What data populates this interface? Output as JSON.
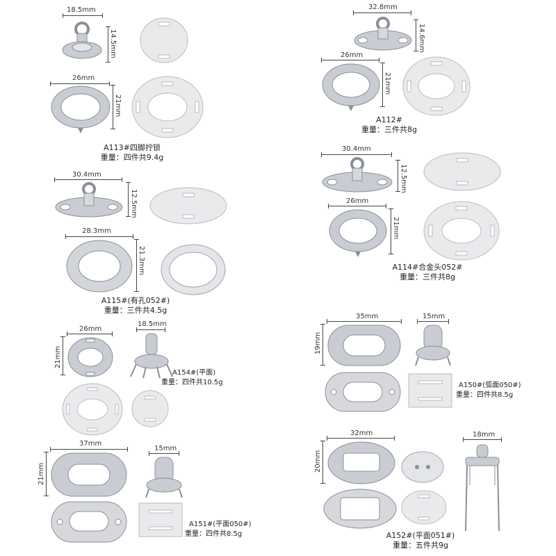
{
  "products": [
    {
      "id": "a113",
      "code": "A113#四脚拧锁",
      "weight": "重量：四件共9.4g",
      "dims": [
        "18.5mm",
        "14.5mm",
        "26mm",
        "21mm"
      ]
    },
    {
      "id": "a112",
      "code": "A112#",
      "weight": "重量：三件共8g",
      "dims": [
        "32.8mm",
        "14.6mm",
        "26mm",
        "21mm"
      ]
    },
    {
      "id": "a115",
      "code": "A115#(有孔052#)",
      "weight": "重量：三件共4.5g",
      "dims": [
        "30.4mm",
        "12.5mm",
        "28.3mm",
        "21.3mm"
      ]
    },
    {
      "id": "a114",
      "code": "A114#合金头052#",
      "weight": "重量：三件共8g",
      "dims": [
        "30.4mm",
        "12.5mm",
        "26mm",
        "21mm"
      ]
    },
    {
      "id": "a154",
      "code": "A154#(平面)",
      "weight": "重量：四件共10.5g",
      "dims": [
        "26mm",
        "21mm",
        "18.5mm"
      ]
    },
    {
      "id": "a150",
      "code": "A150#(弧面050#)",
      "weight": "重量：四件共8.5g",
      "dims": [
        "35mm",
        "19mm",
        "15mm"
      ]
    },
    {
      "id": "a151",
      "code": "A151#(平面050#)",
      "weight": "重量：四件共8.5g",
      "dims": [
        "37mm",
        "21mm",
        "15mm"
      ]
    },
    {
      "id": "a152",
      "code": "A152#(平面051#)",
      "weight": "重量：五件共9g",
      "dims": [
        "32mm",
        "20mm",
        "18mm"
      ]
    }
  ],
  "colors": {
    "metal": "#c9ccd2",
    "metal_dark": "#8a8f98",
    "plate": "#e9eaec",
    "line": "#444444"
  }
}
